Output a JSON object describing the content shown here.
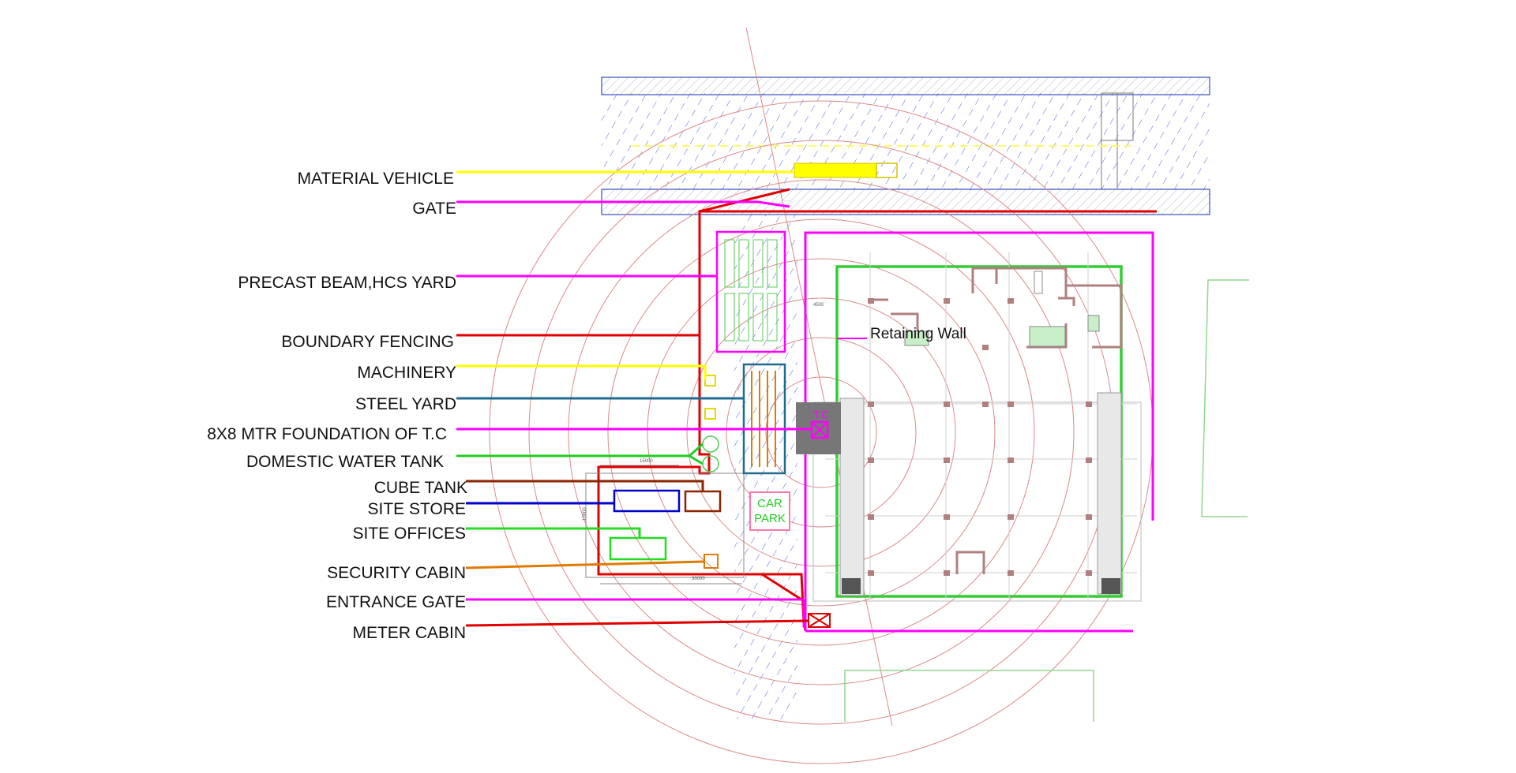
{
  "legend": [
    {
      "id": "material-vehicle",
      "label": "MATERIAL VEHICLE",
      "color": "#ffff00"
    },
    {
      "id": "gate",
      "label": "GATE",
      "color": "#ff00ff"
    },
    {
      "id": "precast-yard",
      "label": "PRECAST BEAM,HCS YARD",
      "color": "#ff00ff"
    },
    {
      "id": "boundary-fencing",
      "label": "BOUNDARY FENCING",
      "color": "#e00000"
    },
    {
      "id": "machinery",
      "label": "MACHINERY",
      "color": "#ffff00"
    },
    {
      "id": "steel-yard",
      "label": "STEEL YARD",
      "color": "#1f6b8f"
    },
    {
      "id": "tc-foundation",
      "label": "8X8 MTR FOUNDATION OF T.C",
      "color": "#ff00ff"
    },
    {
      "id": "domestic-water-tank",
      "label": "DOMESTIC WATER TANK",
      "color": "#22cc22"
    },
    {
      "id": "cube-tank",
      "label": "CUBE TANK",
      "color": "#8b2500"
    },
    {
      "id": "site-store",
      "label": "SITE STORE",
      "color": "#0000cc"
    },
    {
      "id": "site-offices",
      "label": "SITE OFFICES",
      "color": "#22cc22"
    },
    {
      "id": "security-cabin",
      "label": "SECURITY CABIN",
      "color": "#e07a00"
    },
    {
      "id": "entrance-gate",
      "label": "ENTRANCE GATE",
      "color": "#ff00ff"
    },
    {
      "id": "meter-cabin",
      "label": "METER CABIN",
      "color": "#e00000"
    }
  ],
  "plan_labels": {
    "retaining_wall": "Retaining Wall",
    "tc": "T.C",
    "car_park_line1": "CAR",
    "car_park_line2": "PARK",
    "dim_15000": "15000",
    "dim_30000": "30000",
    "dim_10000": "10000",
    "dim_4500": "4500"
  }
}
